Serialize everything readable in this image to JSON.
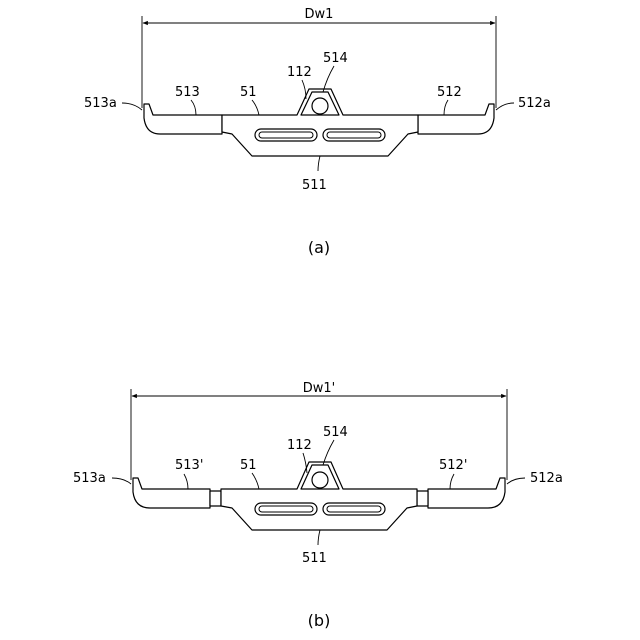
{
  "figure_a": {
    "caption": "(a)",
    "dimension": "Dw1",
    "labels": {
      "l513a": "513a",
      "l513": "513",
      "l51": "51",
      "l112": "112",
      "l514": "514",
      "l512": "512",
      "l512a": "512a",
      "l511": "511"
    }
  },
  "figure_b": {
    "caption": "(b)",
    "dimension": "Dw1'",
    "labels": {
      "l513a": "513a",
      "l513": "513'",
      "l51": "51",
      "l112": "112",
      "l514": "514",
      "l512": "512'",
      "l512a": "512a",
      "l511": "511"
    }
  }
}
